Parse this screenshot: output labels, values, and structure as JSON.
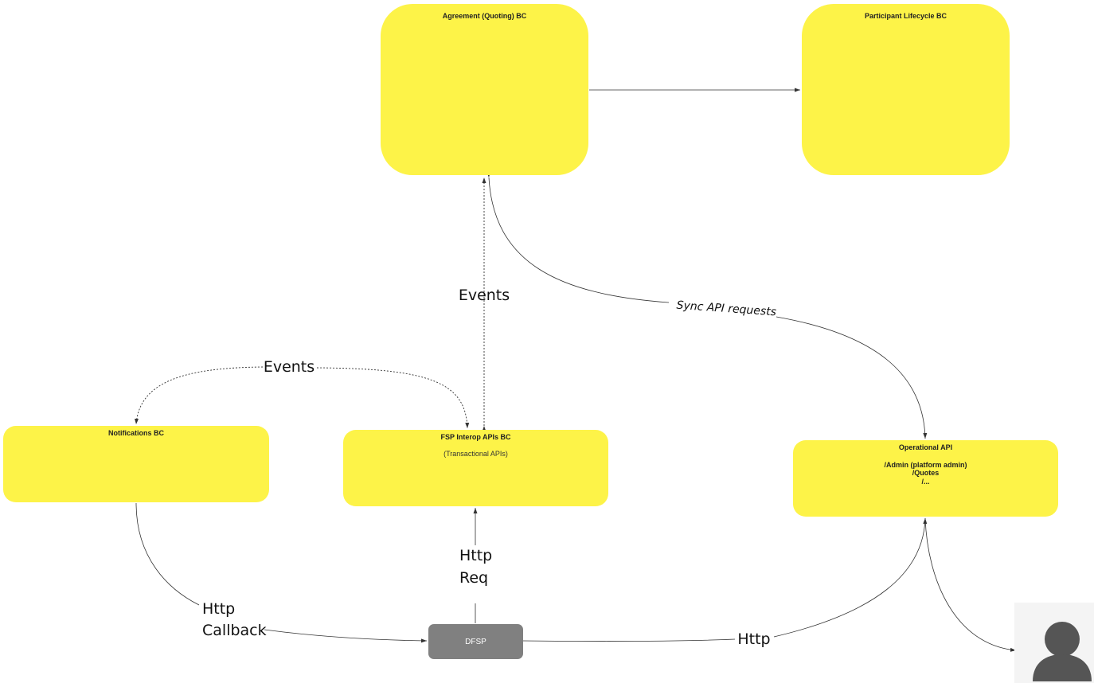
{
  "boxes": {
    "agreement": {
      "title": "Agreement (Quoting) BC"
    },
    "participant": {
      "title": "Participant Lifecycle BC"
    },
    "notifications": {
      "title": "Notifications BC"
    },
    "fsp": {
      "title": "FSP Interop APIs BC",
      "subtitle": "(Transactional APIs)"
    },
    "operational": {
      "title": "Operational API",
      "lines": [
        "/Admin (platform admin)",
        "/Quotes",
        "/..."
      ]
    },
    "dfsp": {
      "title": "DFSP"
    }
  },
  "edge_labels": {
    "events_vertical": "Events",
    "events_horizontal": "Events",
    "sync_api": "Sync API requests",
    "http_req_1": "Http",
    "http_req_2": "Req",
    "http_callback_1": "Http",
    "http_callback_2": "Callback",
    "http": "Http"
  },
  "icons": {
    "user": "user-avatar-icon"
  },
  "colors": {
    "box_fill": "#fdf348",
    "dfsp_fill": "#808080",
    "line": "#333333"
  }
}
